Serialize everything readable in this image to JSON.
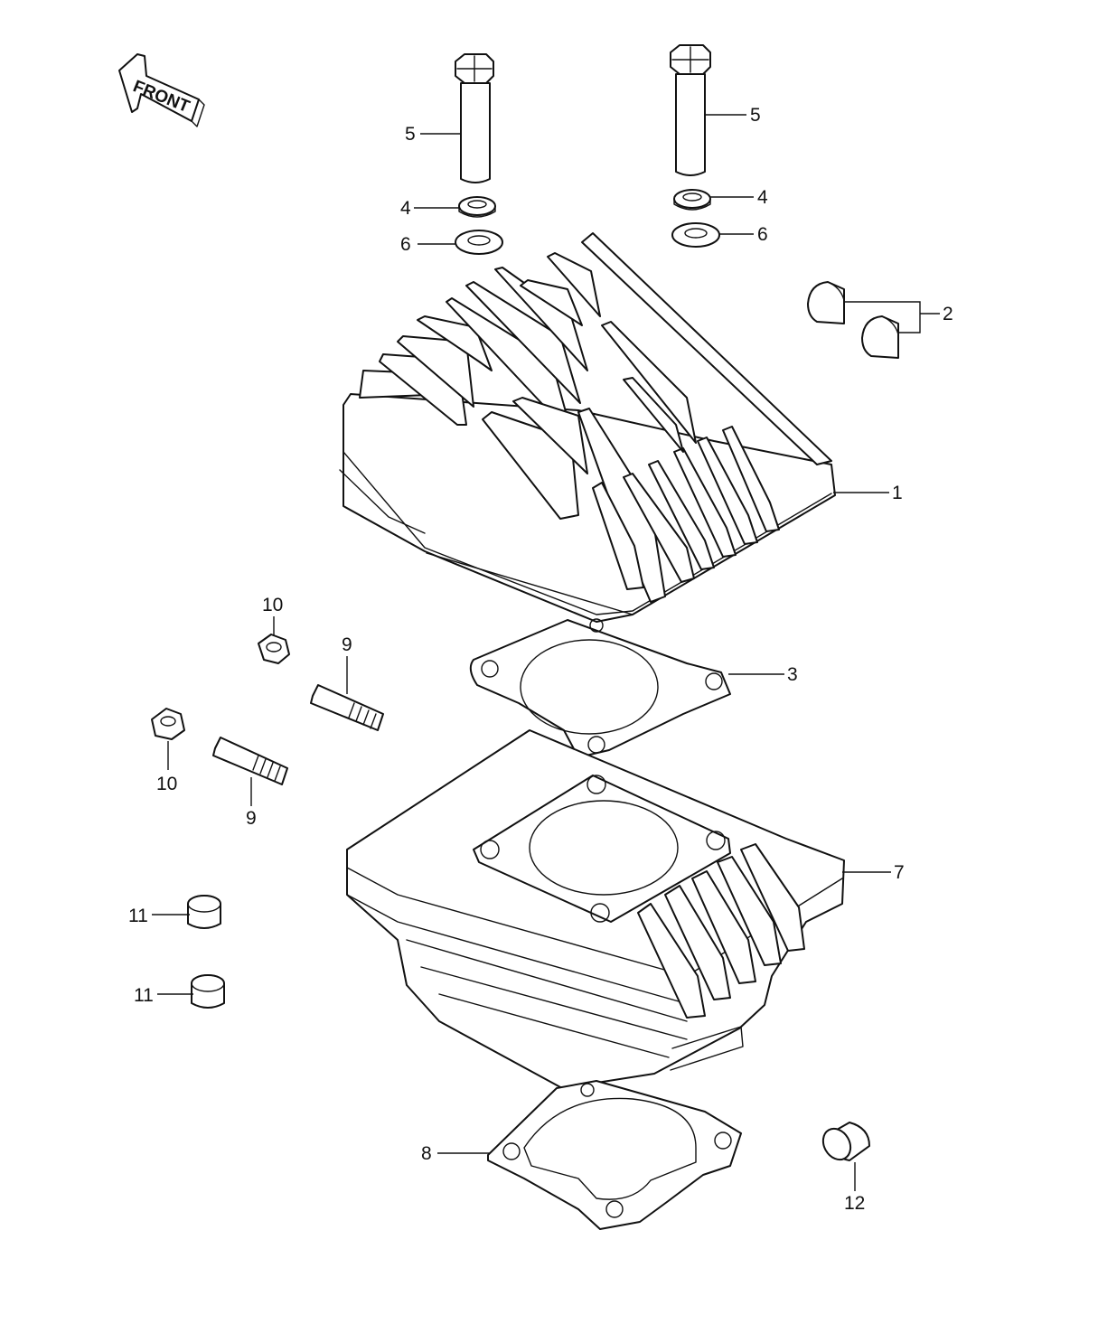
{
  "front_label": "FRONT",
  "callouts": {
    "c1": "1",
    "c2": "2",
    "c3": "3",
    "c4a": "4",
    "c4b": "4",
    "c5a": "5",
    "c5b": "5",
    "c6a": "6",
    "c6b": "6",
    "c7": "7",
    "c8": "8",
    "c9a": "9",
    "c9b": "9",
    "c10a": "10",
    "c10b": "10",
    "c11a": "11",
    "c11b": "11",
    "c12": "12"
  }
}
